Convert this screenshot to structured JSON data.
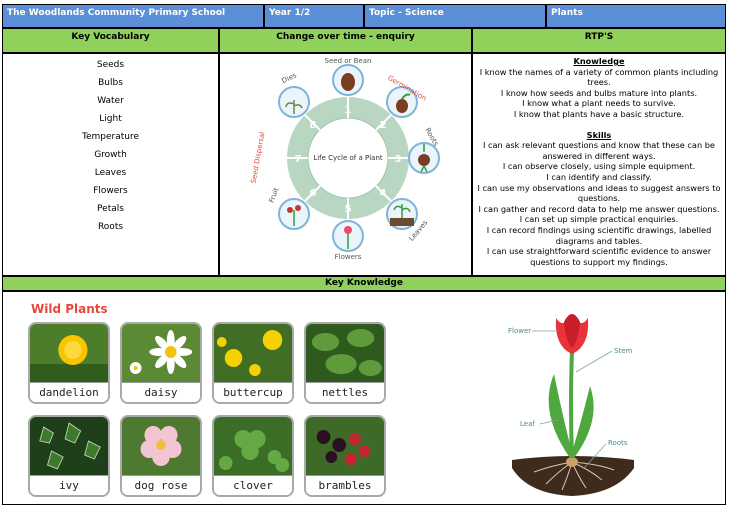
{
  "header": {
    "school": "The Woodlands Community Primary School",
    "year": "Year 1/2",
    "topic": "Topic - Science",
    "unit": "Plants"
  },
  "sections": {
    "vocab_title": "Key Vocabulary",
    "change_title": "Change over time - enquiry",
    "rtp_title": "RTP'S",
    "key_knowledge_title": "Key Knowledge"
  },
  "vocabulary": [
    "Seeds",
    "Bulbs",
    "Water",
    "Light",
    "Temperature",
    "Growth",
    "Leaves",
    "Flowers",
    "Petals",
    "Roots"
  ],
  "life_cycle": {
    "center": "Life Cycle of a Plant",
    "stages": [
      {
        "num": "1",
        "label": "Seed or Bean"
      },
      {
        "num": "2",
        "label": "Germination"
      },
      {
        "num": "3",
        "label": "Roots"
      },
      {
        "num": "4",
        "label": "Leaves"
      },
      {
        "num": "5",
        "label": "Flowers"
      },
      {
        "num": "6",
        "label": "Fruit"
      },
      {
        "num": "7",
        "label": "Seed Dispersal"
      },
      {
        "num": "8",
        "label": "Dies"
      }
    ]
  },
  "rtp": {
    "knowledge_heading": "Knowledge",
    "knowledge": [
      "I know the names of a variety of common plants including trees.",
      "I know how seeds and bulbs mature into plants.",
      "I know what a plant needs to survive.",
      "I know that plants have a basic structure."
    ],
    "skills_heading": "Skills",
    "skills": [
      "I can ask relevant questions and know that these can be answered in different ways.",
      "I can observe closely, using simple equipment.",
      "I can identify and classify.",
      "I can use my observations and ideas to suggest answers to questions.",
      "I can gather and record data to help me answer questions.",
      "I can set up simple practical enquiries.",
      "I can record findings using scientific drawings, labelled diagrams and tables.",
      "I can use straightforward scientific evidence to answer questions to support my findings."
    ]
  },
  "wild_plants": {
    "title": "Wild Plants",
    "items": [
      {
        "name": "dandelion"
      },
      {
        "name": "daisy"
      },
      {
        "name": "buttercup"
      },
      {
        "name": "nettles"
      },
      {
        "name": "ivy"
      },
      {
        "name": "dog rose"
      },
      {
        "name": "clover"
      },
      {
        "name": "brambles"
      }
    ]
  },
  "plant_diagram": {
    "labels": {
      "flower": "Flower",
      "stem": "Stem",
      "leaf": "Leaf",
      "roots": "Roots"
    }
  },
  "colors": {
    "header_blue": "#5b8fd8",
    "section_green": "#8fd15a",
    "wild_title_red": "#e8473e",
    "tulip_red": "#e8333a",
    "stem_green": "#4fa83d"
  }
}
